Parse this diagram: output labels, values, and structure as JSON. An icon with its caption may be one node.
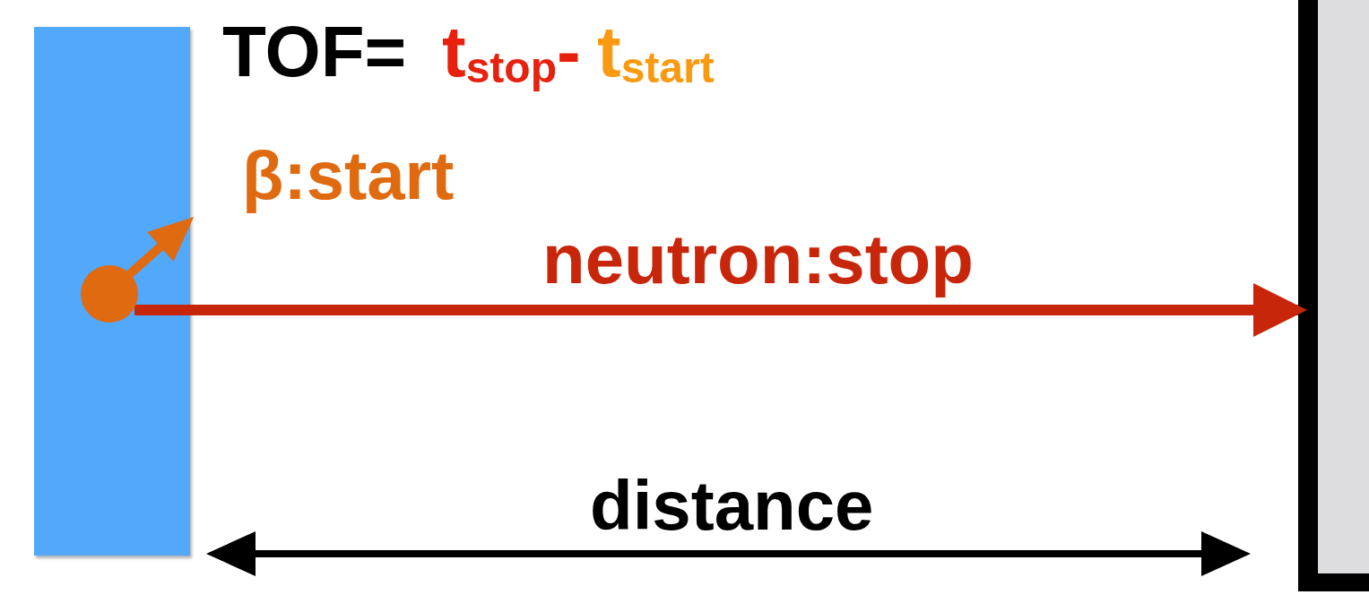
{
  "diagram": {
    "nodes": [
      {
        "text": [],
        "shape": "bar"
      },
      {
        "text": [],
        "shape": "circle",
        "in": 0
      },
      {
        "text": [],
        "shape": "box"
      }
    ],
    "edges": [
      {
        "from": 1,
        "to": 2,
        "arrow": "to",
        "label": "neutron:stop",
        "color": "#c8260a"
      },
      {
        "from": 1,
        "to": null,
        "arrow": "to",
        "color": "#e06a10"
      }
    ],
    "labels": [
      "TOF=",
      "t$_{stop}$-",
      "t$_{start}$",
      "β:start",
      "distance"
    ]
  }
}
